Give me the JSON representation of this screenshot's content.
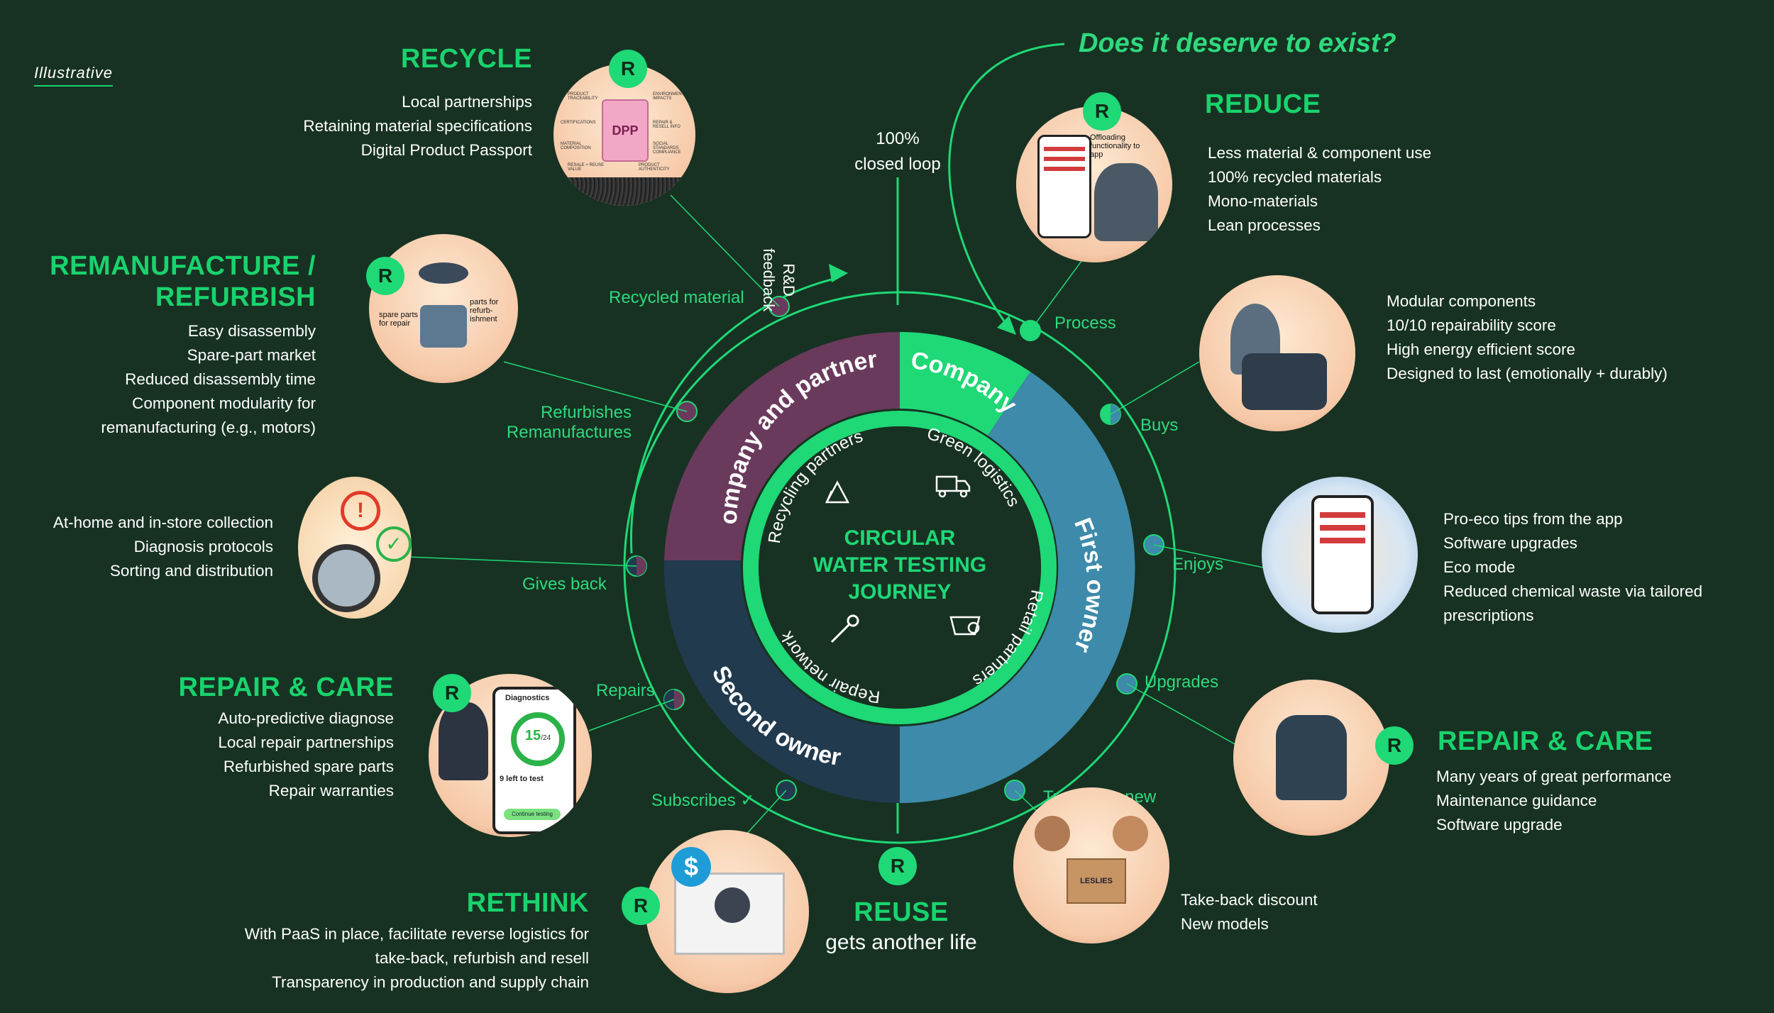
{
  "illustrative": "Illustrative",
  "tagline": "Does it deserve to exist?",
  "center": {
    "line1": "CIRCULAR",
    "line2": "WATER TESTING",
    "line3": "JOURNEY"
  },
  "ring": {
    "company": "Company",
    "company_partners": "Company and partners",
    "first_owner": "First owner",
    "second_owner": "Second owner"
  },
  "inner_ring": {
    "recycling_partners": "Recycling partners",
    "green_logistics": "Green logistics",
    "retail_partners": "Retail partners",
    "repair_network": "Repair network"
  },
  "loop": {
    "closed_line1": "100%",
    "closed_line2": "closed loop",
    "rd_line1": "R&D",
    "rd_line2": "feedback"
  },
  "stages": {
    "process": "Process",
    "buys": "Buys",
    "enjoys": "Enjoys",
    "upgrades": "Upgrades",
    "trades": "Trades for new",
    "subscribes": "Subscribes",
    "repairs": "Repairs",
    "gives_back": "Gives back",
    "refurbishes_1": "Refurbishes",
    "refurbishes_2": "Remanufactures",
    "recycled_material": "Recycled material"
  },
  "badge_letter": "R",
  "sections": {
    "recycle": {
      "title": "RECYCLE",
      "items": [
        "Local partnerships",
        "Retaining material specifications",
        "Digital Product Passport"
      ]
    },
    "remanufacture": {
      "title_1": "REMANUFACTURE /",
      "title_2": "REFURBISH",
      "items": [
        "Easy disassembly",
        "Spare-part market",
        "Reduced disassembly time",
        "Component modularity for",
        "remanufacturing (e.g., motors)"
      ]
    },
    "collection": {
      "items": [
        "At-home and in-store collection",
        "Diagnosis protocols",
        "Sorting and distribution"
      ]
    },
    "repair_left": {
      "title": "REPAIR & CARE",
      "items": [
        "Auto-predictive diagnose",
        "Local repair partnerships",
        "Refurbished spare parts",
        "Repair warranties"
      ]
    },
    "rethink": {
      "title": "RETHINK",
      "items": [
        "With PaaS in place, facilitate reverse logistics for",
        "take-back, refurbish and resell",
        "Transparency in production and supply chain"
      ]
    },
    "reuse": {
      "title": "REUSE",
      "subtitle": "gets another life"
    },
    "trade": {
      "items": [
        "Take-back discount",
        "New models"
      ]
    },
    "repair_right": {
      "title": "REPAIR & CARE",
      "items": [
        "Many years of great performance",
        "Maintenance guidance",
        "Software upgrade"
      ]
    },
    "enjoy": {
      "items": [
        "Pro-eco tips from the app",
        "Software upgrades",
        "Eco mode",
        "Reduced chemical waste via tailored",
        "prescriptions"
      ]
    },
    "buy": {
      "items": [
        "Modular components",
        "10/10 repairability score",
        "High energy efficient score",
        "Designed to last (emotionally + durably)"
      ]
    },
    "reduce": {
      "title": "REDUCE",
      "items": [
        "Less material & component use",
        "100% recycled materials",
        "Mono-materials",
        "Lean processes"
      ]
    }
  },
  "photo_labels": {
    "passport": "DPP",
    "passport_tags": [
      "PRODUCT TRACEABILITY",
      "ENVIRONMENTAL IMPACTS",
      "CERTIFICATIONS",
      "REPAIR & RESELL INFO",
      "MATERIAL COMPOSITION",
      "SOCIAL STANDARDS COMPLIANCE",
      "RESALE + REUSE VALUE",
      "PRODUCT AUTHENTICITY"
    ],
    "spare_parts": "spare parts for repair",
    "parts_refurb": "parts for refurb-ishment",
    "offloading": "Offloading functionality to app",
    "diagnostics": "Diagnostics",
    "count": "15",
    "count_of": "/24",
    "left_to_test": "9 left to test",
    "continue": "Continue testing",
    "box_brand": "LESLIES"
  },
  "colors": {
    "background": "#173222",
    "accent": "#1fd876",
    "company_partners": "#6a3a5c",
    "first_owner": "#3d8aaa",
    "second_owner": "#213a4e",
    "inner_ring": "#1fd876"
  }
}
